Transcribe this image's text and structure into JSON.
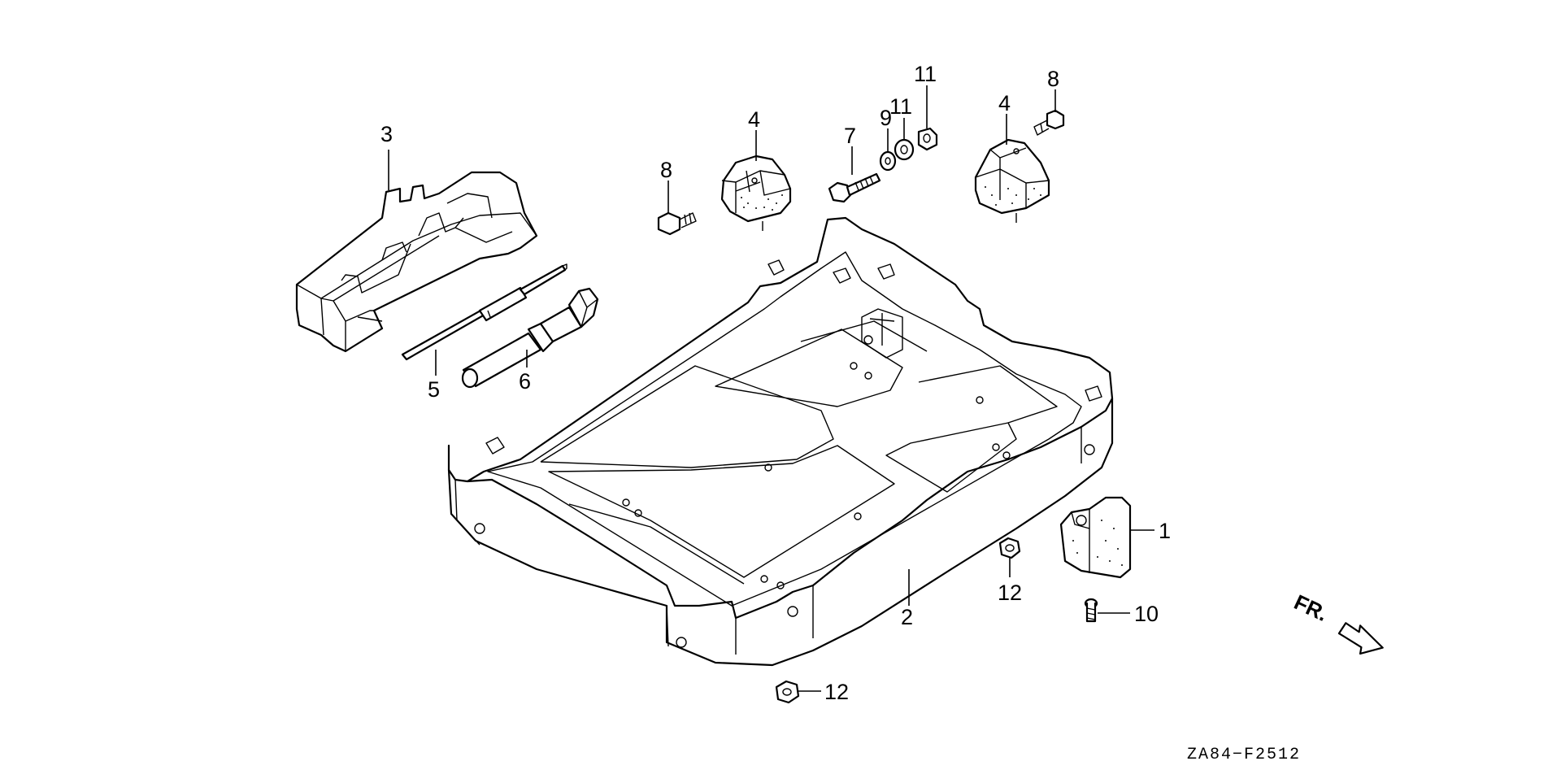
{
  "diagram": {
    "drawing_code": "ZA84−F2512",
    "direction_label": "FR.",
    "callouts": {
      "c1": "1",
      "c2": "2",
      "c3": "3",
      "c4a": "4",
      "c4b": "4",
      "c5": "5",
      "c6": "6",
      "c7": "7",
      "c8a": "8",
      "c8b": "8",
      "c9": "9",
      "c10": "10",
      "c11a": "11",
      "c11b": "11",
      "c12a": "12",
      "c12b": "12"
    },
    "parts": [
      {
        "ref": "1",
        "part": "rubber-cap"
      },
      {
        "ref": "2",
        "part": "base-frame"
      },
      {
        "ref": "3",
        "part": "tool-case"
      },
      {
        "ref": "4",
        "part": "mount-rubber"
      },
      {
        "ref": "5",
        "part": "screwdriver"
      },
      {
        "ref": "6",
        "part": "socket-wrench"
      },
      {
        "ref": "7",
        "part": "bolt"
      },
      {
        "ref": "8",
        "part": "flange-bolt"
      },
      {
        "ref": "9",
        "part": "washer"
      },
      {
        "ref": "10",
        "part": "screw"
      },
      {
        "ref": "11",
        "part": "washer-nut"
      },
      {
        "ref": "12",
        "part": "flange-nut"
      }
    ]
  }
}
